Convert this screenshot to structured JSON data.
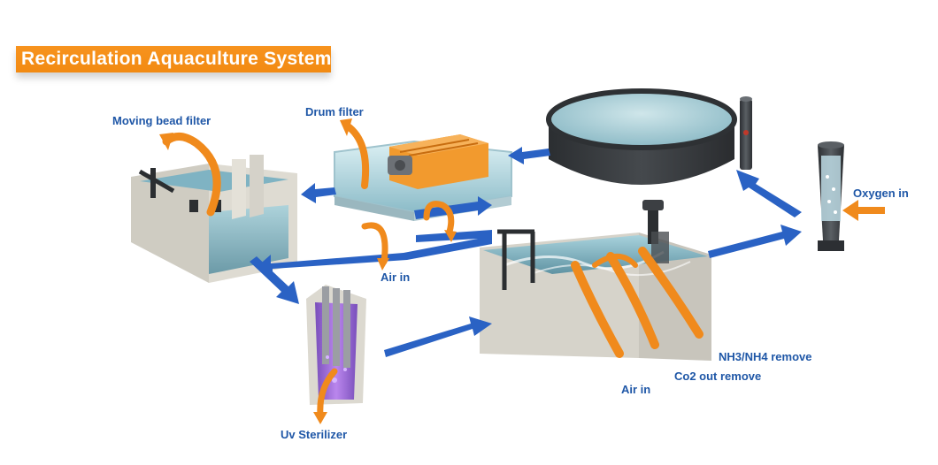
{
  "title": "Recirculation Aquaculture System (RAS)",
  "labels": {
    "moving_bead_filter": "Moving bead filter",
    "drum_filter": "Drum filter",
    "air_in_top": "Air in",
    "oxygen_in": "Oxygen in",
    "nh3_nh4_remove": "NH3/NH4 remove",
    "co2_out_remove": "Co2 out remove",
    "air_in_bottom": "Air in",
    "uv_sterilizer": "Uv Sterilizer"
  },
  "colors": {
    "banner": "#f7931e",
    "label_text": "#1f57a7",
    "flow_arrow": "#2a62c4",
    "process_arrow": "#f08a1c",
    "water": "#7fb7c9",
    "tank_wall": "#dedbd2",
    "pool": "#3a3d40"
  }
}
